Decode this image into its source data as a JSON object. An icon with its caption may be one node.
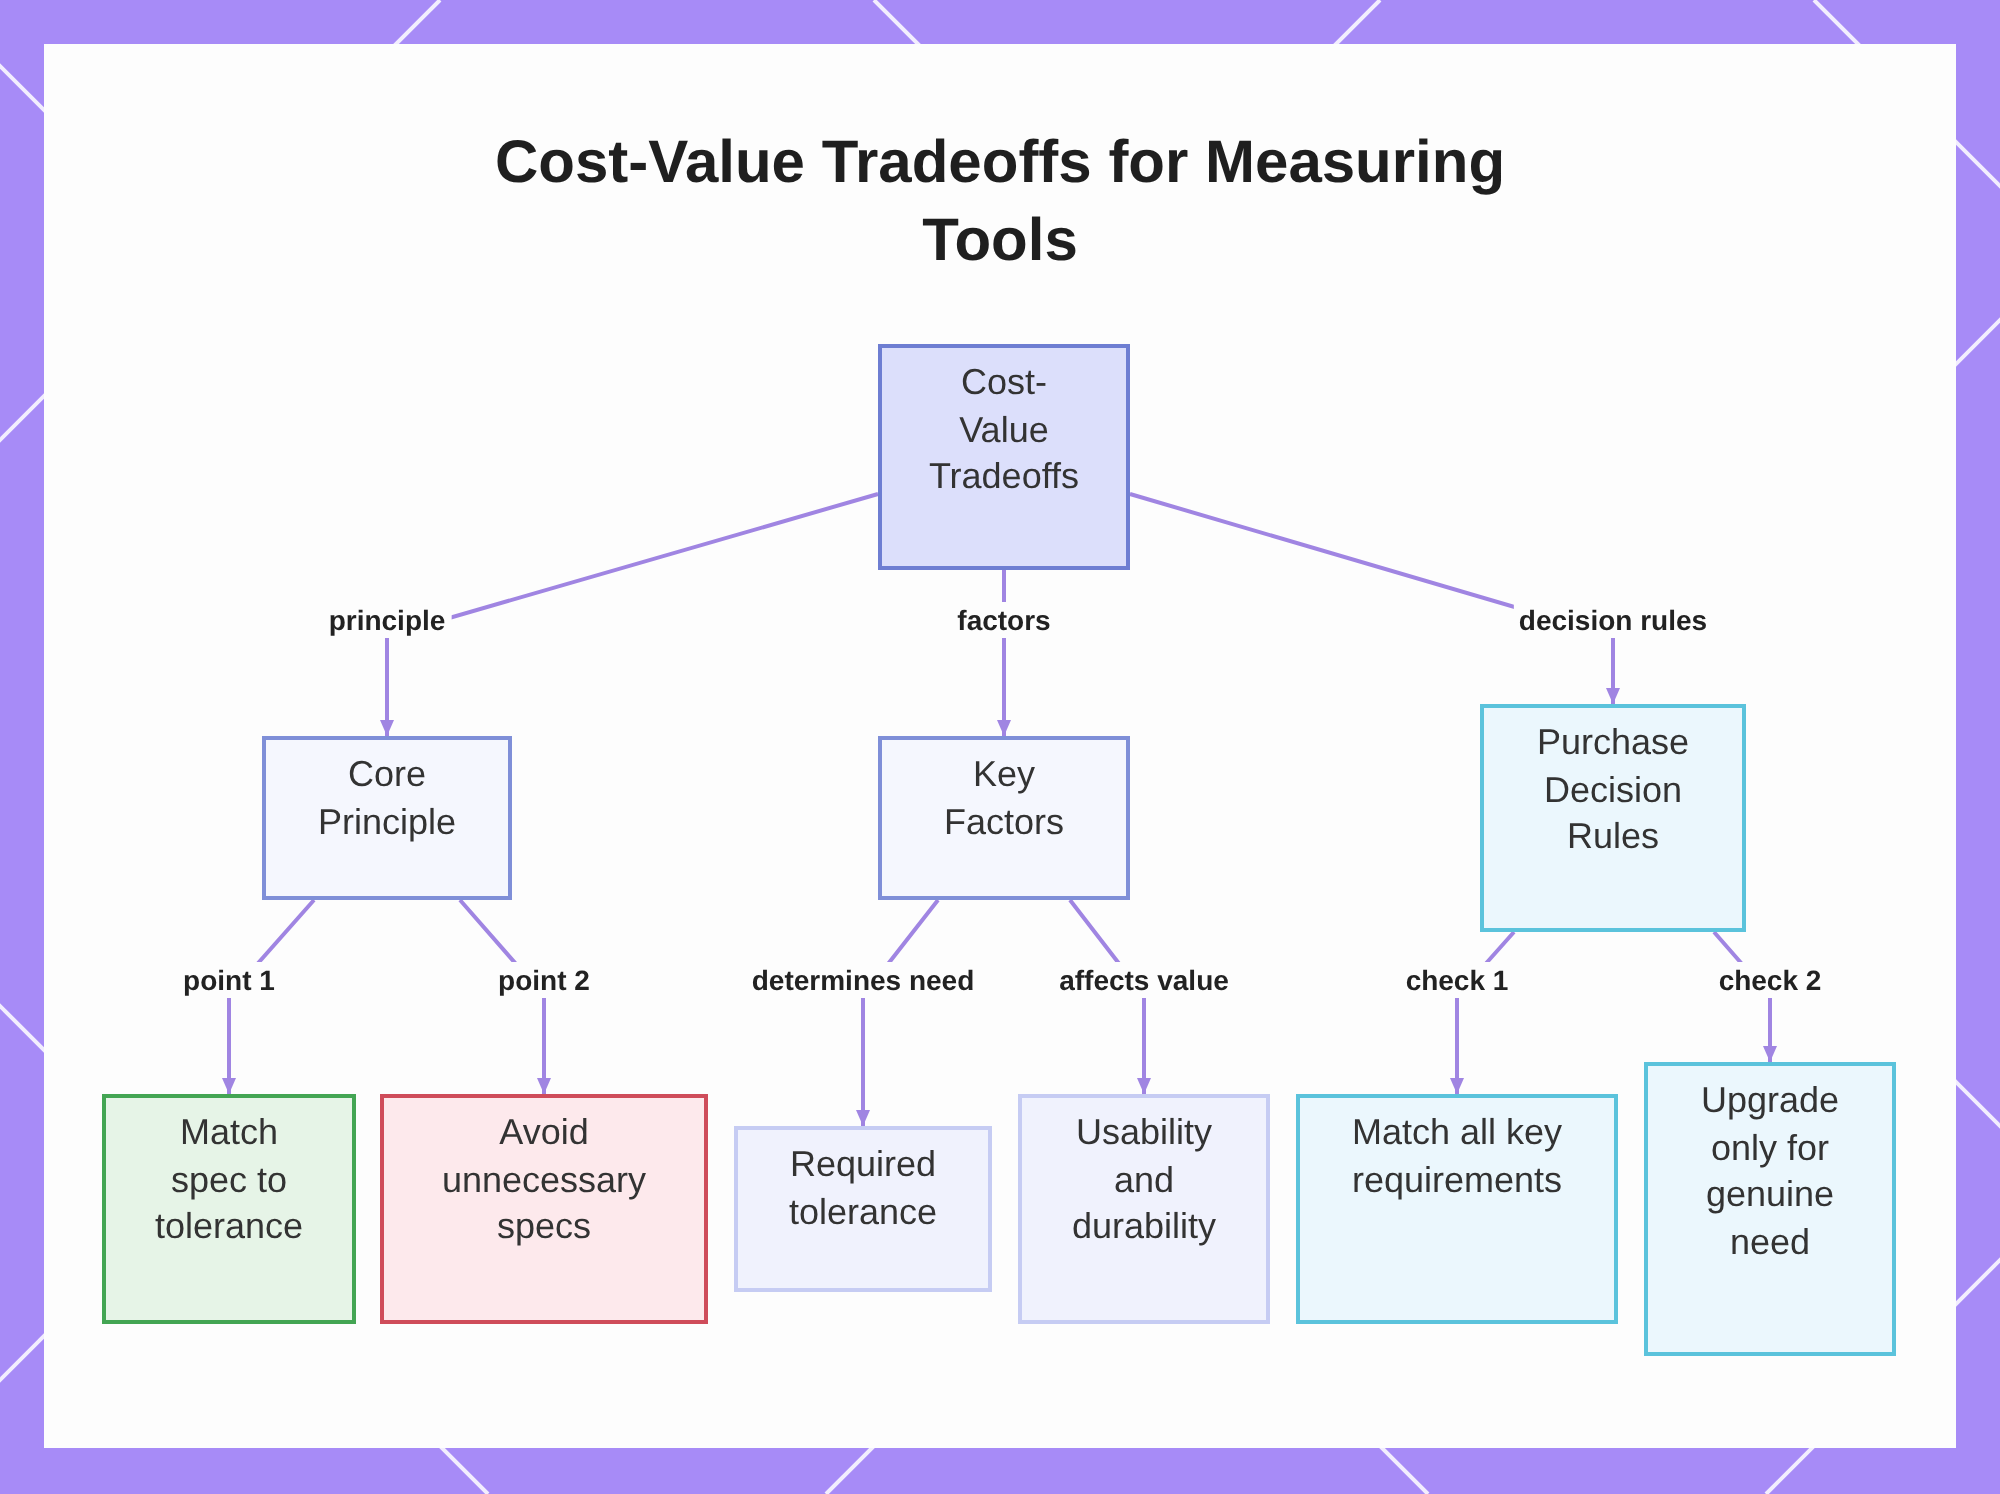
{
  "diagram": {
    "title": "Cost-Value Tradeoffs for Measuring Tools",
    "nodes": [
      {
        "text": [
          "Cost-Value Tradeoffs"
        ]
      },
      {
        "text": [
          "Core Principle"
        ]
      },
      {
        "text": [
          "Key Factors"
        ]
      },
      {
        "text": [
          "Purchase Decision Rules"
        ]
      },
      {
        "text": [
          "Match spec to tolerance"
        ]
      },
      {
        "text": [
          "Avoid unnecessary specs"
        ]
      },
      {
        "text": [
          "Required tolerance"
        ]
      },
      {
        "text": [
          "Usability and durability"
        ]
      },
      {
        "text": [
          "Match all key requirements"
        ]
      },
      {
        "text": [
          "Upgrade only for genuine need"
        ]
      }
    ],
    "edges": [
      {
        "from": 0,
        "to": 1,
        "arrow": "to",
        "label": "principle"
      },
      {
        "from": 0,
        "to": 2,
        "arrow": "to",
        "label": "factors"
      },
      {
        "from": 0,
        "to": 3,
        "arrow": "to",
        "label": "decision rules"
      },
      {
        "from": 1,
        "to": 4,
        "arrow": "to",
        "label": "point 1"
      },
      {
        "from": 1,
        "to": 5,
        "arrow": "to",
        "label": "point 2"
      },
      {
        "from": 2,
        "to": 6,
        "arrow": "to",
        "label": "determines need"
      },
      {
        "from": 2,
        "to": 7,
        "arrow": "to",
        "label": "affects value"
      },
      {
        "from": 3,
        "to": 8,
        "arrow": "to",
        "label": "check 1"
      },
      {
        "from": 3,
        "to": 9,
        "arrow": "to",
        "label": "check 2"
      }
    ]
  }
}
